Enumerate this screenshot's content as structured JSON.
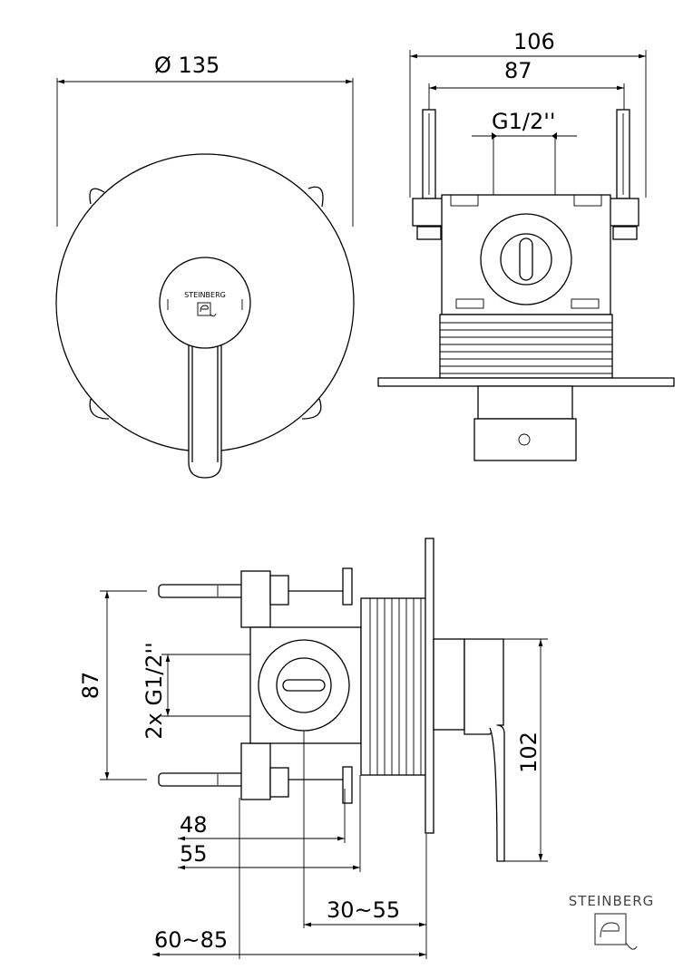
{
  "brand": {
    "name": "STEINBERG",
    "logo_icon": "steinberg-logo-icon",
    "color": "#444444"
  },
  "front_view": {
    "diameter_label": "Ø 135",
    "cover_brand": "STEINBERG"
  },
  "top_view": {
    "width_outer": "106",
    "width_inner": "87",
    "thread": "G1/2''"
  },
  "side_view": {
    "height_left": "87",
    "thread_left": "2x G1/2''",
    "height_right": "102",
    "depth_48": "48",
    "depth_55": "55",
    "depth_range_short": "30~55",
    "depth_range_long": "60~85"
  }
}
